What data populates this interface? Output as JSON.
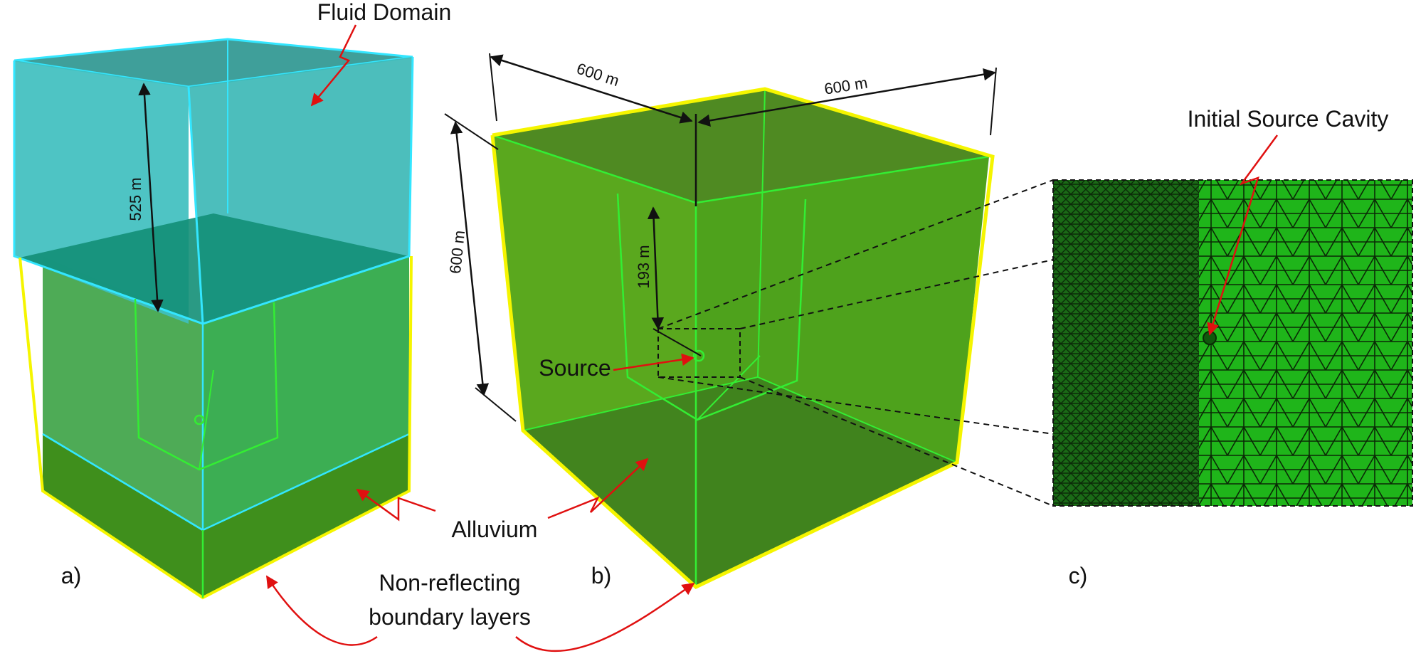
{
  "labels": {
    "fluid_domain": "Fluid Domain",
    "alluvium": "Alluvium",
    "nrb_line1": "Non-reflecting",
    "nrb_line2": "boundary layers",
    "source": "Source",
    "initial_source_cavity": "Initial Source Cavity"
  },
  "panels": {
    "a": "a)",
    "b": "b)",
    "c": "c)"
  },
  "dimensions": {
    "fluid_depth": "525 m",
    "width_left": "600 m",
    "width_right": "600 m",
    "height": "600 m",
    "source_depth": "193 m"
  },
  "colors": {
    "fluid": "#3fbfbf",
    "fluid_edge": "#33e6ff",
    "alluvium": "#4aa81e",
    "alluvium_dark": "#3c8a1c",
    "edge_green": "#33ee33",
    "boundary_yellow": "#f5f500",
    "arrow_red": "#e01010",
    "mesh_green": "#22b51a"
  }
}
